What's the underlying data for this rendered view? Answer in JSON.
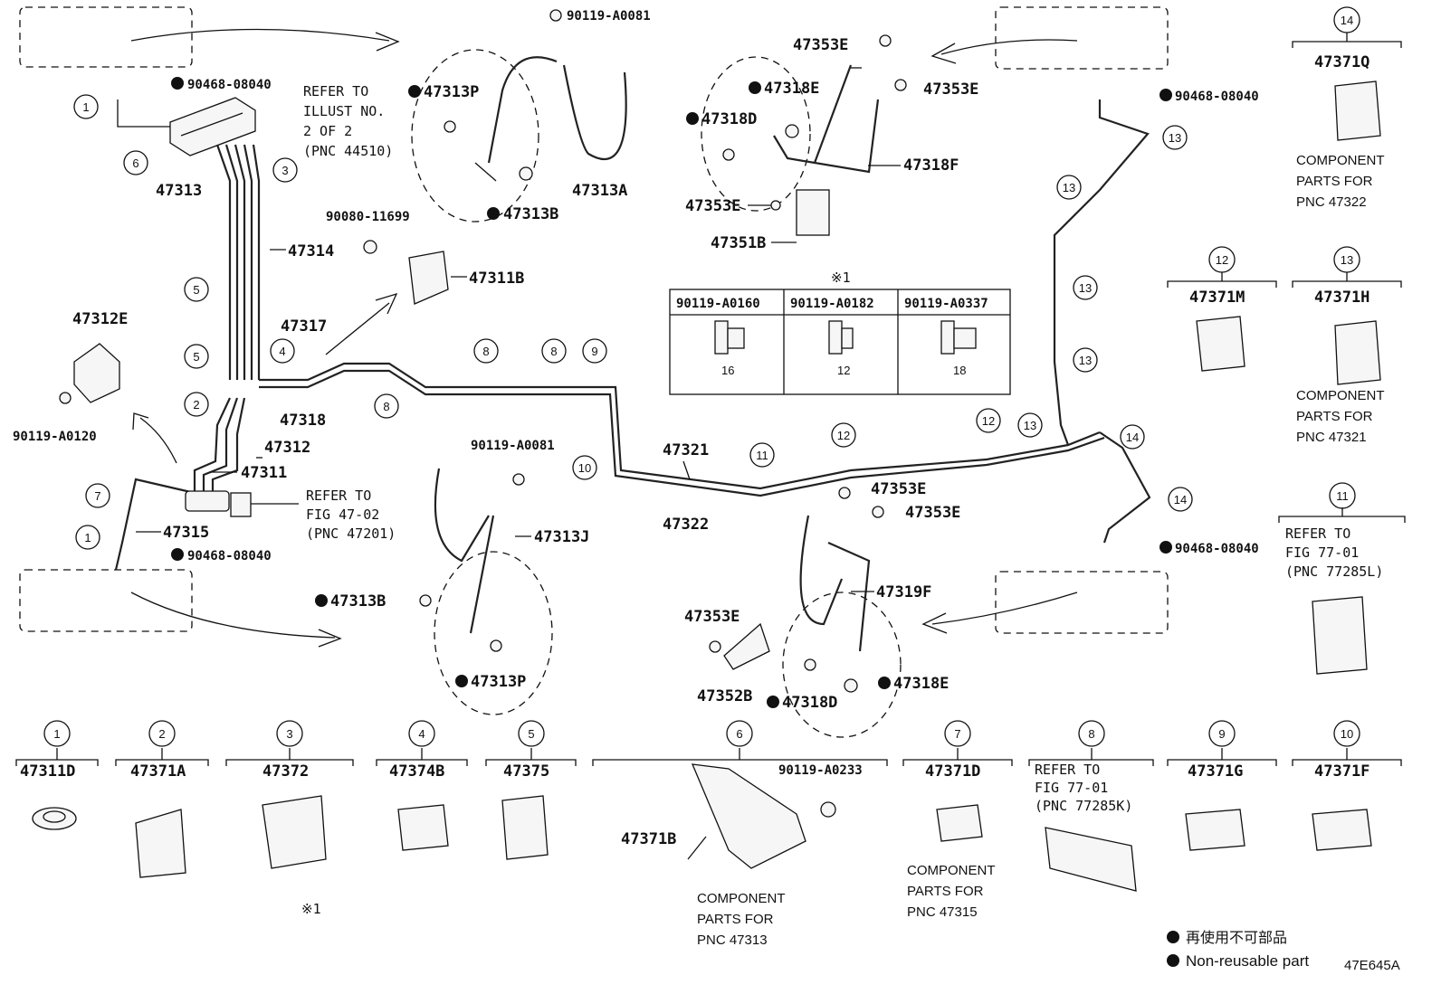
{
  "diagram_code": "47E645A",
  "legend": {
    "jp": "再使用不可部品",
    "en": "Non-reusable part"
  },
  "refs": {
    "illust2": [
      "REFER TO",
      "ILLUST NO.",
      "2 OF 2",
      "(PNC 44510)"
    ],
    "fig4702": [
      "REFER TO",
      "FIG 47-02",
      "(PNC 47201)"
    ],
    "fig7701l": [
      "REFER TO",
      "FIG 77-01",
      "(PNC 77285L)"
    ],
    "fig7701k": [
      "REFER TO",
      "FIG 77-01",
      "(PNC 77285K)"
    ]
  },
  "labels": {
    "p47313": "47313",
    "p47314": "47314",
    "p47317": "47317",
    "p47318": "47318",
    "p47312": "47312",
    "p47311": "47311",
    "p47315": "47315",
    "p47312E": "47312E",
    "p9011A0120": "90119-A0120",
    "p90468a": "90468-08040",
    "p90468b": "90468-08040",
    "p90468c": "90468-08040",
    "p90468d": "90468-08040",
    "p9011A0081a": "90119-A0081",
    "p47313P_top": "47313P",
    "p47313B_top": "47313B",
    "p47313A": "47313A",
    "p9008011699": "90080-11699",
    "p47311B": "47311B",
    "p9011A0081b": "90119-A0081",
    "p47313J": "47313J",
    "p47313B_bot": "47313B",
    "p47313P_bot": "47313P",
    "p47353E_1": "47353E",
    "p47353E_2": "47353E",
    "p47318E_top": "47318E",
    "p47318D_top": "47318D",
    "p47318F": "47318F",
    "p47353E_3": "47353E",
    "p47351B": "47351B",
    "p47321": "47321",
    "p47322": "47322",
    "p47353E_4": "47353E",
    "p47353E_5": "47353E",
    "p47319F": "47319F",
    "p47353E_6": "47353E",
    "p47352B": "47352B",
    "p47318D_bot": "47318D",
    "p47318E_bot": "47318E",
    "p47371B": "47371B",
    "p9011A0233": "90119-A0233",
    "asterisk": "※1",
    "asterisk2": "※1"
  },
  "bolt_table": {
    "columns": [
      "90119-A0160",
      "90119-A0182",
      "90119-A0337"
    ],
    "lengths": [
      "16",
      "12",
      "18"
    ]
  },
  "callouts_bottom": [
    {
      "num": "1",
      "part": "47311D"
    },
    {
      "num": "2",
      "part": "47371A"
    },
    {
      "num": "3",
      "part": "47372"
    },
    {
      "num": "4",
      "part": "47374B"
    },
    {
      "num": "5",
      "part": "47375"
    },
    {
      "num": "6",
      "part": ""
    },
    {
      "num": "7",
      "part": "47371D"
    },
    {
      "num": "8",
      "part": ""
    },
    {
      "num": "9",
      "part": "47371G"
    },
    {
      "num": "10",
      "part": "47371F"
    }
  ],
  "callouts_right": [
    {
      "num": "14",
      "part": "47371Q",
      "note": [
        "COMPONENT",
        "PARTS FOR",
        "PNC 47322"
      ]
    },
    {
      "num": "12",
      "part": "47371M"
    },
    {
      "num": "13",
      "part": "47371H",
      "note": [
        "COMPONENT",
        "PARTS FOR",
        "PNC 47321"
      ]
    },
    {
      "num": "11",
      "part": ""
    }
  ],
  "component_notes": {
    "n47313": [
      "COMPONENT",
      "PARTS FOR",
      "PNC 47313"
    ],
    "n47315": [
      "COMPONENT",
      "PARTS FOR",
      "PNC 47315"
    ]
  },
  "circle_markers": [
    "1",
    "6",
    "3",
    "5",
    "5",
    "4",
    "2",
    "7",
    "1",
    "8",
    "8",
    "8",
    "9",
    "10",
    "11",
    "12",
    "12",
    "13",
    "13",
    "13",
    "13",
    "13",
    "14",
    "14"
  ]
}
